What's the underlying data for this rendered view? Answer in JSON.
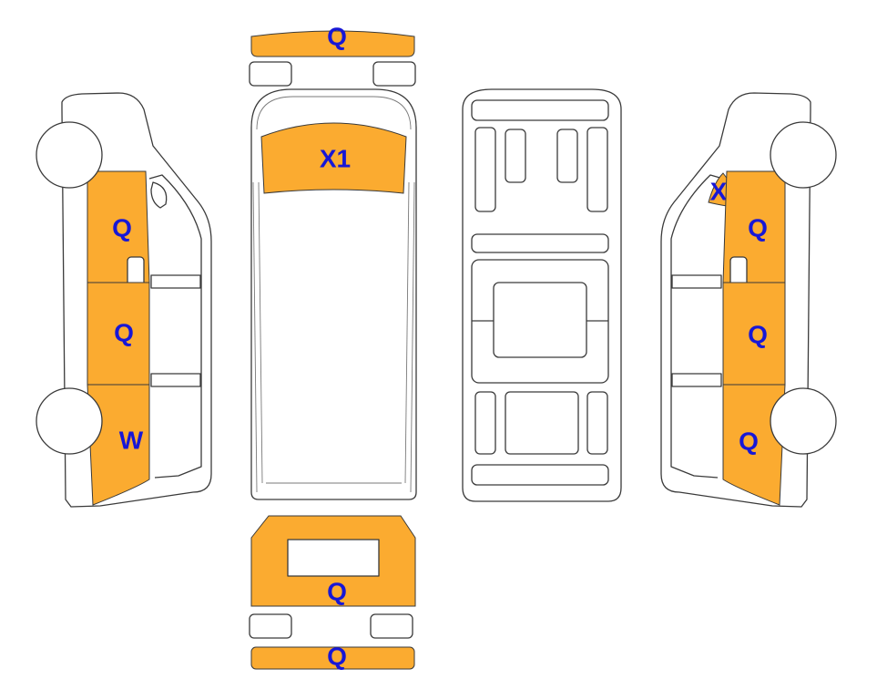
{
  "colors": {
    "damage_fill": "#fbab30",
    "code_text": "#1717d6",
    "outline": "#3a3a3a",
    "background": "#ffffff"
  },
  "zones": {
    "front_bumper": {
      "code": "Q"
    },
    "hood_windshield": {
      "code": "X1"
    },
    "rear_door": {
      "code": "Q"
    },
    "rear_bumper": {
      "code": "Q"
    },
    "left_front_door": {
      "code": "Q"
    },
    "left_middle_panel": {
      "code": "Q"
    },
    "left_rear_panel": {
      "code": "W"
    },
    "right_front_window": {
      "code": "X"
    },
    "right_front_door": {
      "code": "Q"
    },
    "right_middle_panel": {
      "code": "Q"
    },
    "right_rear_panel": {
      "code": "Q"
    }
  }
}
